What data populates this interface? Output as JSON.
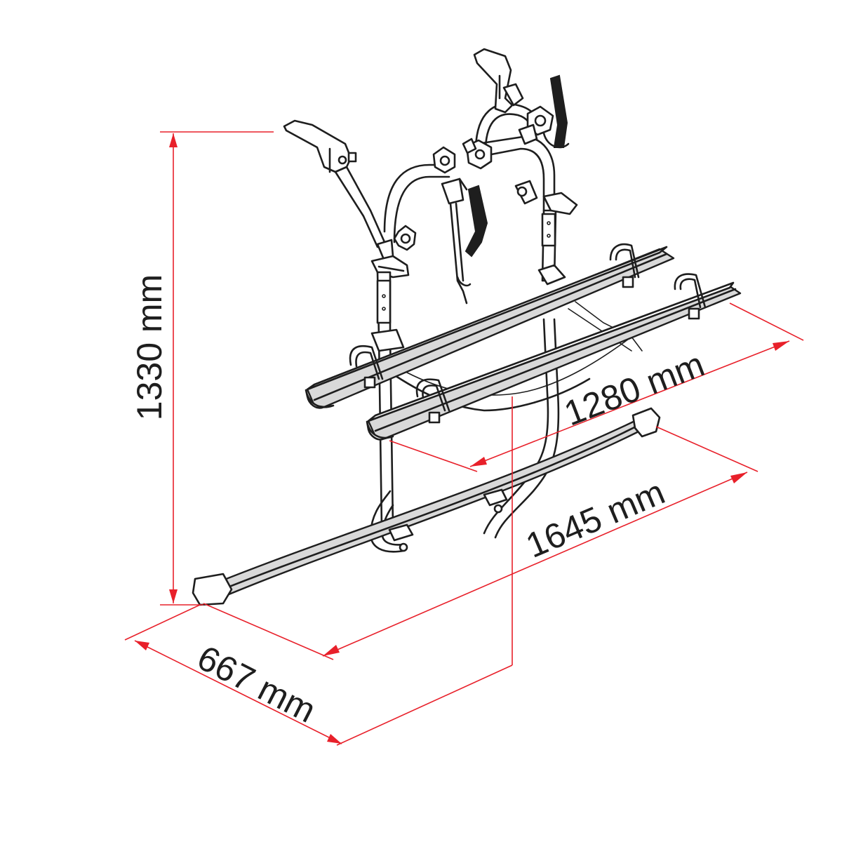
{
  "diagram": {
    "dimensions": [
      {
        "id": "height",
        "label": "1330 mm"
      },
      {
        "id": "width_rails",
        "label": "1280 mm"
      },
      {
        "id": "width_base",
        "label": "1645 mm"
      },
      {
        "id": "depth",
        "label": "667 mm"
      }
    ],
    "colors": {
      "dimension_line": "#e8202a",
      "outline": "#1e1e1e",
      "background": "#ffffff"
    }
  }
}
